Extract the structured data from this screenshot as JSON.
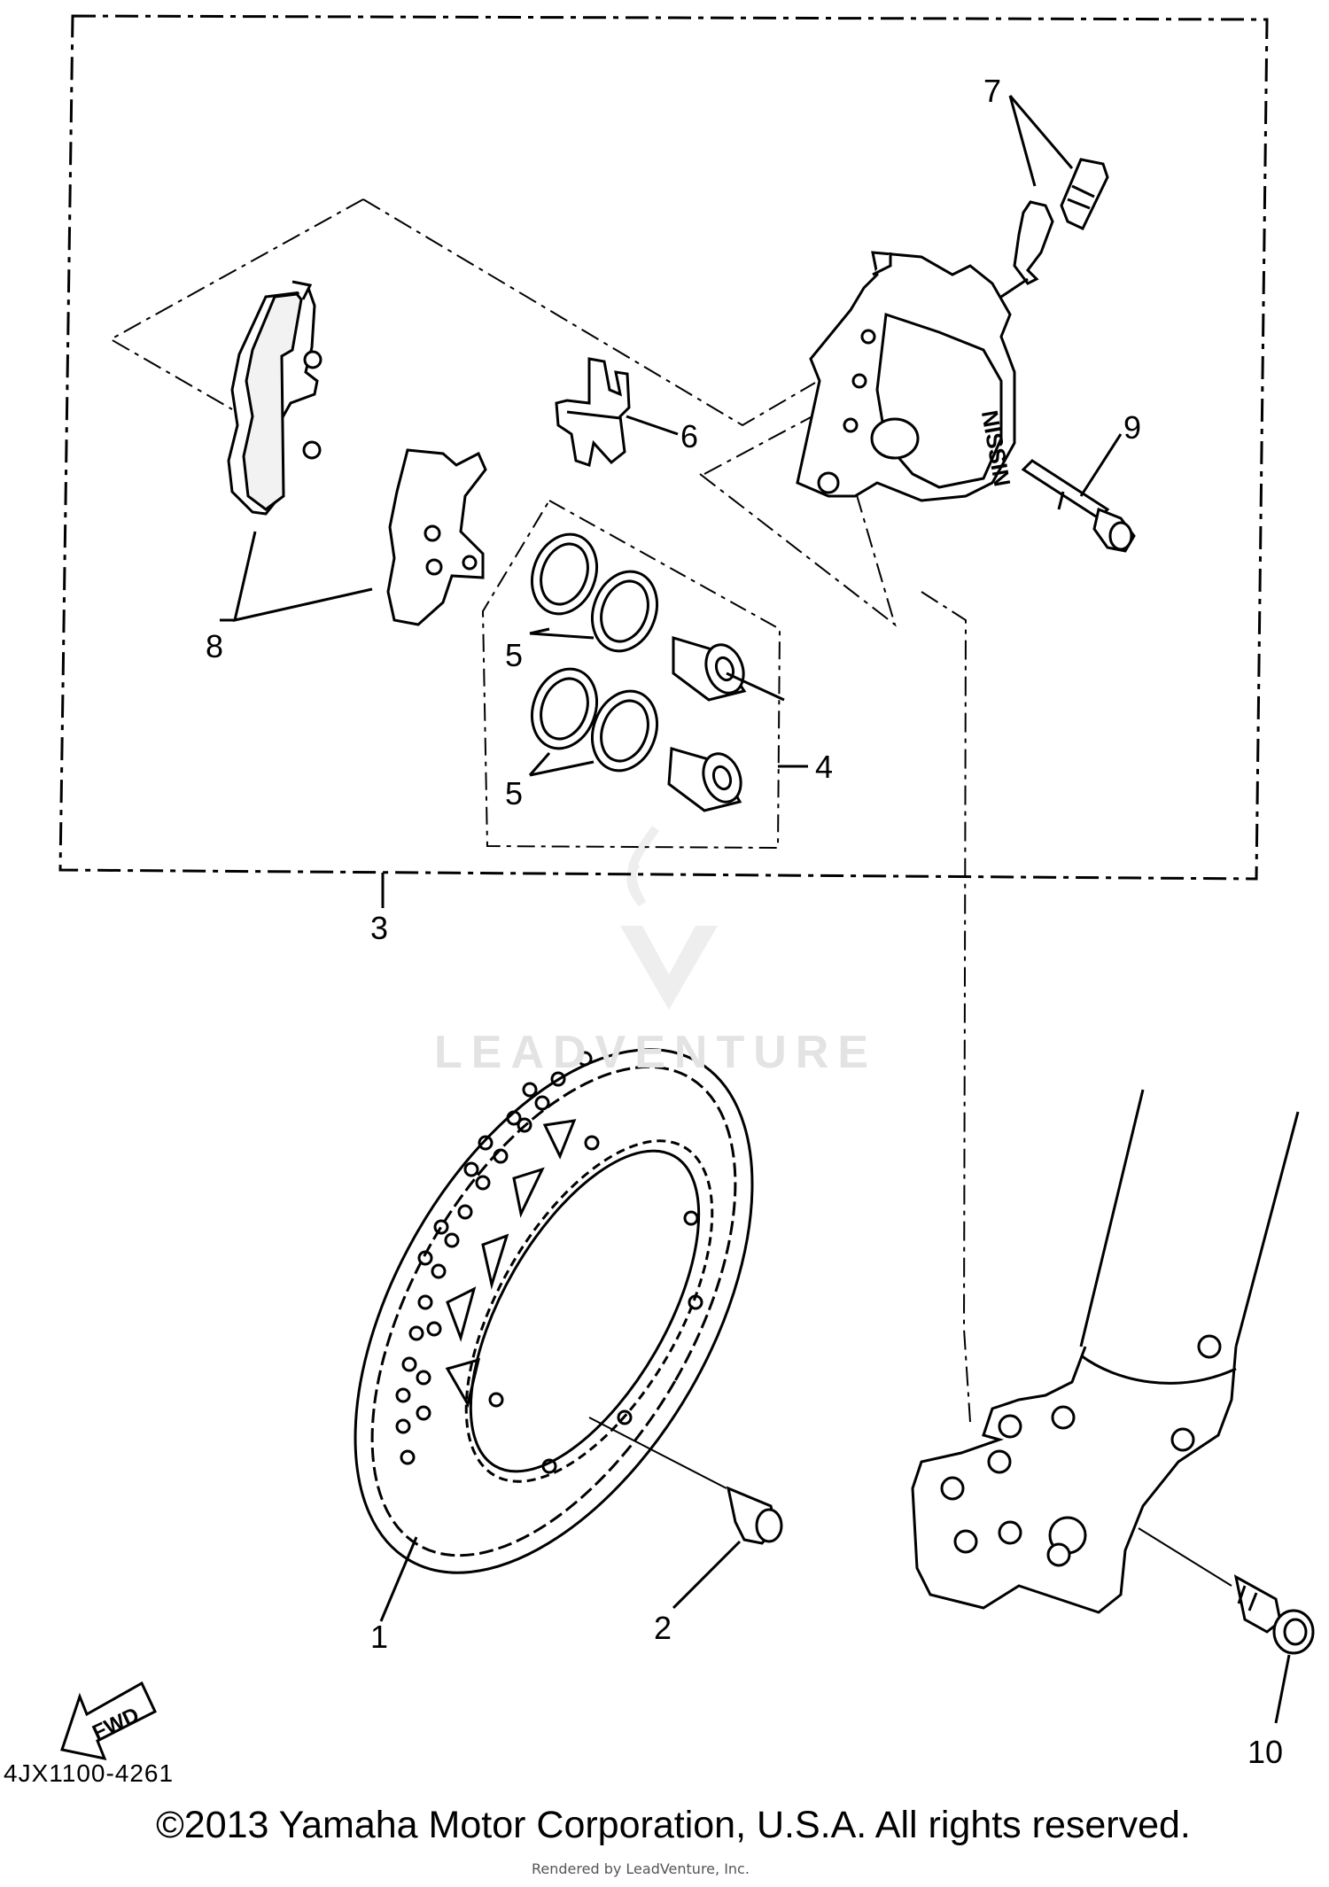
{
  "diagram": {
    "callouts": {
      "c1": "1",
      "c2": "2",
      "c3": "3",
      "c4": "4",
      "c5a": "5",
      "c5b": "5",
      "c6": "6",
      "c7": "7",
      "c8": "8",
      "c9": "9",
      "c10": "10"
    },
    "fwd_label": "FWD",
    "caliper_marking": "NISSIN"
  },
  "footer": {
    "diagram_code": "4JX1100-4261",
    "copyright": "©2013 Yamaha Motor Corporation, U.S.A. All rights reserved.",
    "rendered_by": "Rendered by LeadVenture, Inc."
  },
  "watermark": {
    "brand": "LEADVENTURE"
  }
}
